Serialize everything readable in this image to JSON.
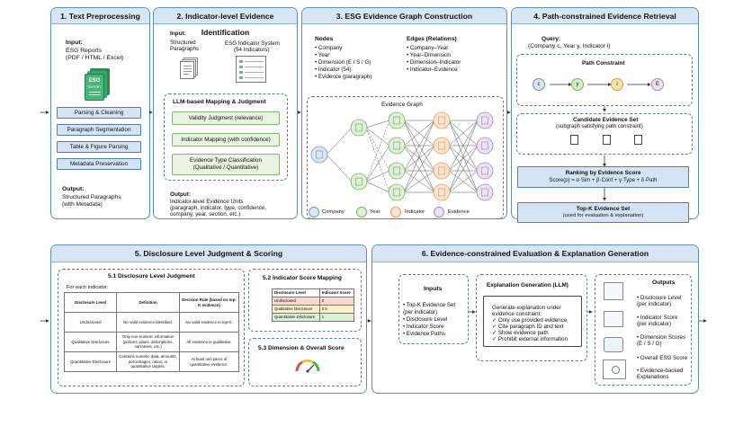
{
  "p1": {
    "title": "1. Text Preprocessing",
    "input_label": "Input:",
    "input_text1": "ESG Reports",
    "input_text2": "(PDF / HTML / Excel)",
    "icon_label1": "ESG",
    "icon_label2": "REPORT",
    "steps": [
      "Parsing & Cleaning",
      "Paragraph Segmentation",
      "Table & Figure Parsing",
      "Metadata Preservation"
    ],
    "output_label": "Output:",
    "output_text1": "Structured Paragraphs",
    "output_text2": "(with Metadata)"
  },
  "p2": {
    "title": "2. Indicator-level Evidence Identification",
    "input_label": "Input:",
    "input1a": "Structured",
    "input1b": "Paragraphs",
    "input2a": "ESG Indicator System",
    "input2b": "(54 Indicators)",
    "llm_title": "LLM-based Mapping & Judgment",
    "box1": "Validity Judgment (relevance)",
    "box2": "Indicator Mapping (with confidence)",
    "box3a": "Evidence Type Classification",
    "box3b": "(Qualitative / Quantitative)",
    "output_label": "Output:",
    "out1": "Indicator-level Evidence Units",
    "out2": "(paragraph, indicator, type, confidence,",
    "out3": "company, year, section, etc.)"
  },
  "p3": {
    "title": "3. ESG Evidence Graph Construction",
    "nodes_label": "Nodes",
    "nodes": [
      "• Company",
      "• Year",
      "• Dimension (E / S / G)",
      "• Indicator (54)",
      "• Evidence (paragraph)"
    ],
    "edges_label": "Edges (Relations)",
    "edges": [
      "• Company–Year",
      "• Year–Dimension",
      "• Dimension–Indicator",
      "• Indicator–Evidence"
    ],
    "graph_title": "Evidence Graph",
    "legend": [
      "Company",
      "Year",
      "Indicator",
      "Evidence"
    ]
  },
  "p4": {
    "title": "4. Path-constrained Evidence Retrieval",
    "query_label": "Query:",
    "query_text": "(Company c, Year y, Indicator i)",
    "path_title": "Path Constraint",
    "path_nodes": [
      "c",
      "y",
      "i",
      "E"
    ],
    "cand_title": "Candidate Evidence Set",
    "cand_sub": "(subgraph satisfying path constraint)",
    "rank_title": "Ranking by Evidence Score",
    "rank_formula": "Score(p) = α·Sim + β·Conf + γ·Type + δ·Path",
    "topk_title": "Top-K Evidence Set",
    "topk_sub": "(used for evaluation & explanation)"
  },
  "p5": {
    "title": "5. Disclosure Level Judgment & Scoring",
    "s51_title": "5.1 Disclosure Level Judgment",
    "for_each": "For each indicator:",
    "t1_head": [
      "Disclosure Level",
      "Definition",
      "Decision Rule (based on top-K evidence)"
    ],
    "t1_rows": [
      [
        "Undisclosed",
        "No valid evidence identified.",
        "No valid evidence in top-K."
      ],
      [
        "Qualitative Disclosure",
        "Only non-numeric information (policies, plans, descriptions, narratives, etc.)",
        "All evidence is qualitative."
      ],
      [
        "Quantitative Disclosure",
        "Contains numeric data, amounts, percentages, ratios, or quantitative targets.",
        "At least one piece of quantitative evidence."
      ]
    ],
    "s52_title": "5.2 Indicator Score Mapping",
    "t2_head": [
      "Disclosure Level",
      "Indicator Score"
    ],
    "t2_rows": [
      [
        "Undisclosed",
        "0"
      ],
      [
        "Qualitative Disclosure",
        "0.5"
      ],
      [
        "Quantitative Disclosure",
        "1"
      ]
    ],
    "s53_title": "5.3 Dimension & Overall Score"
  },
  "p6": {
    "title": "6. Evidence-constrained Evaluation & Explanation Generation",
    "inputs_title": "Inputs",
    "inputs": [
      "• Top-K Evidence Set",
      "  (per indicator)",
      "• Disclosure Level",
      "• Indicator Score",
      "• Evidence Paths"
    ],
    "expl_title": "Explanation Generation (LLM)",
    "expl_lines": [
      "Generate explanation under",
      "evidence constraint:",
      "✓ Only use provided evidence",
      "✓ Cite paragraph ID and text",
      "✓ Show evidence path",
      "✓ Prohibit external information"
    ],
    "outputs_title": "Outputs",
    "outputs": [
      [
        "• Disclosure Level",
        "  (per indicator)"
      ],
      [
        "• Indicator Score",
        "  (per indicator)"
      ],
      [
        "• Dimension Scores",
        "  (E / S / G)"
      ],
      [
        "• Overall ESG Score"
      ],
      [
        "• Evidence-backed",
        "  Explanations"
      ]
    ]
  },
  "colors": {
    "panel_border": "#5f8fb5",
    "header_fill": "#d8e6f3",
    "step_fill": "#d5e4f4",
    "green_fill": "#e8f3e1"
  }
}
